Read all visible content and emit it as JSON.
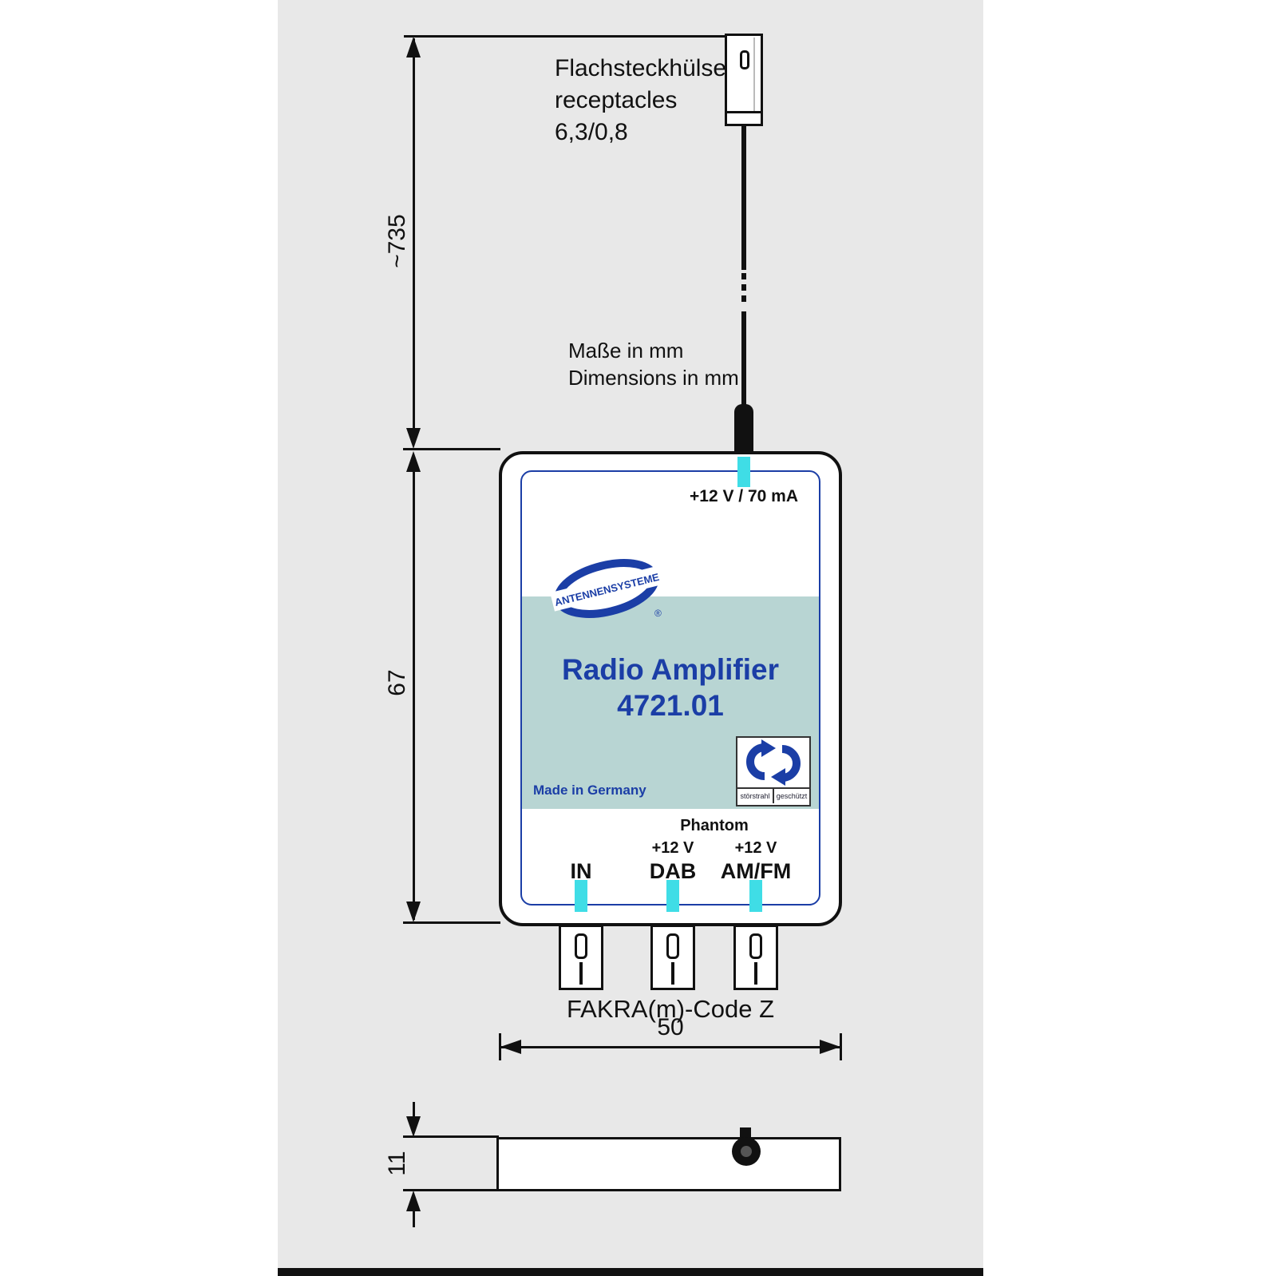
{
  "colors": {
    "page-bg": "#ffffff",
    "panel-bg": "#e8e8e8",
    "line": "#111111",
    "accent-blue": "#1b3ea6",
    "teal-band": "#b8d5d3",
    "cyan-mark": "#3fdde6"
  },
  "notes": {
    "receptacle": {
      "line1": "Flachsteckhülse",
      "line2": "receptacles",
      "line3": "6,3/0,8"
    },
    "units": {
      "de": "Maße in mm",
      "en": "Dimensions in mm"
    },
    "connector_type": "FAKRA(m)-Code Z"
  },
  "dimensions": {
    "cable_length_mm": "~735",
    "height_mm": "67",
    "width_mm": "50",
    "depth_mm": "11"
  },
  "device": {
    "supply": "+12 V / 70 mA",
    "brand": "ANTENNENSYSTEME",
    "brand_reg": "®",
    "product": {
      "line1": "Radio Amplifier",
      "line2": "4721.01"
    },
    "origin": "Made in Germany",
    "phantom": "Phantom",
    "dab_supply": "+12 V",
    "amfm_supply": "+12 V",
    "ports": {
      "in": "IN",
      "dab": "DAB",
      "amfm": "AM/FM"
    },
    "emc": {
      "left": "störstrahl",
      "right": "geschützt"
    }
  }
}
